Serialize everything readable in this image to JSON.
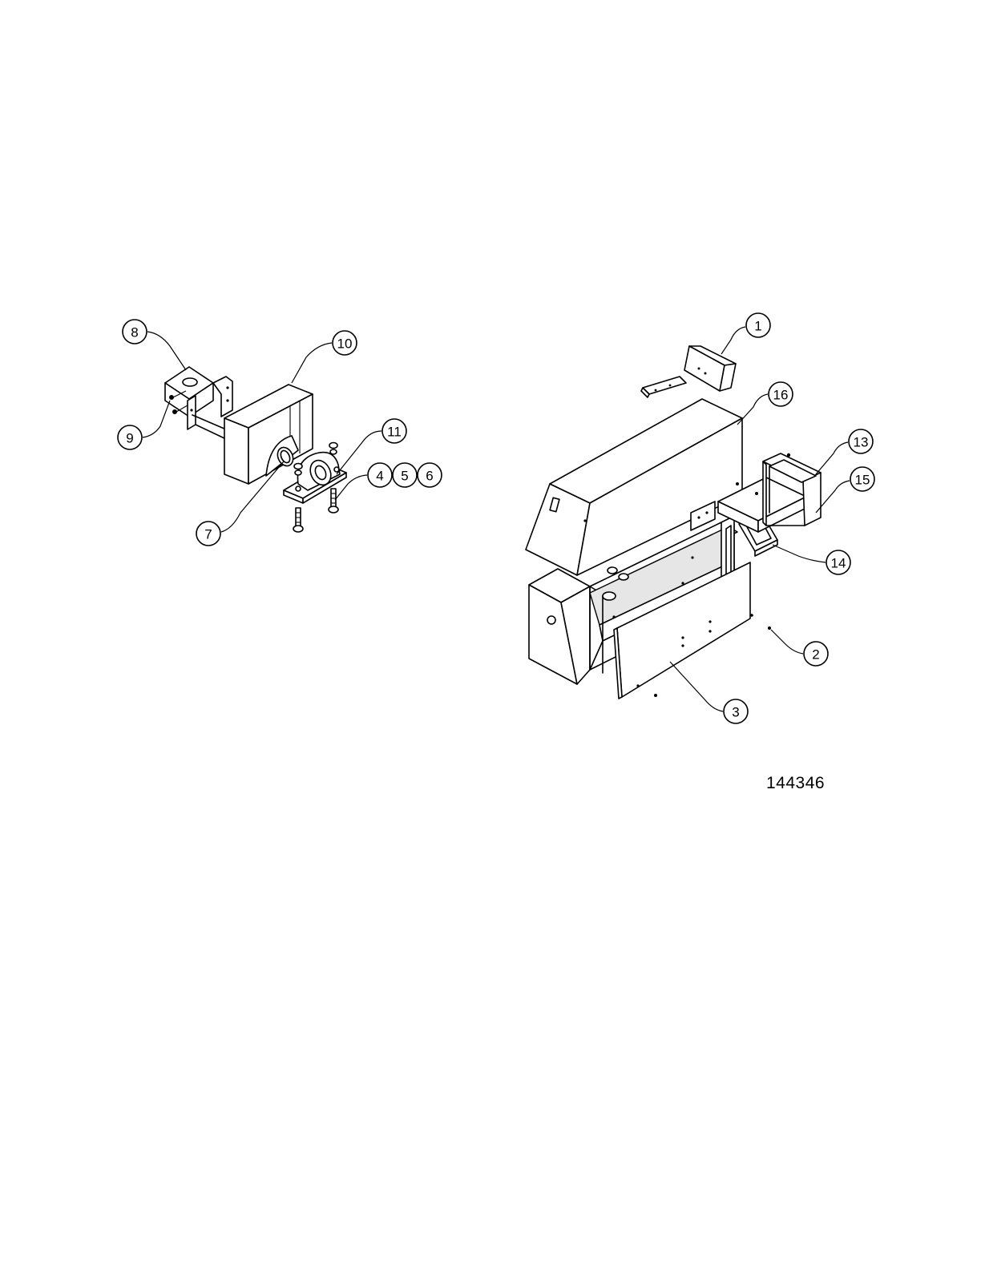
{
  "drawing_number": "144346",
  "callouts": [
    {
      "id": "c1",
      "label": "1"
    },
    {
      "id": "c2",
      "label": "2"
    },
    {
      "id": "c3",
      "label": "3"
    },
    {
      "id": "c4",
      "label": "4"
    },
    {
      "id": "c5",
      "label": "5"
    },
    {
      "id": "c6",
      "label": "6"
    },
    {
      "id": "c7",
      "label": "7"
    },
    {
      "id": "c8",
      "label": "8"
    },
    {
      "id": "c9",
      "label": "9"
    },
    {
      "id": "c10",
      "label": "10"
    },
    {
      "id": "c11",
      "label": "11"
    },
    {
      "id": "c13",
      "label": "13"
    },
    {
      "id": "c14",
      "label": "14"
    },
    {
      "id": "c15",
      "label": "15"
    },
    {
      "id": "c16",
      "label": "16"
    }
  ]
}
